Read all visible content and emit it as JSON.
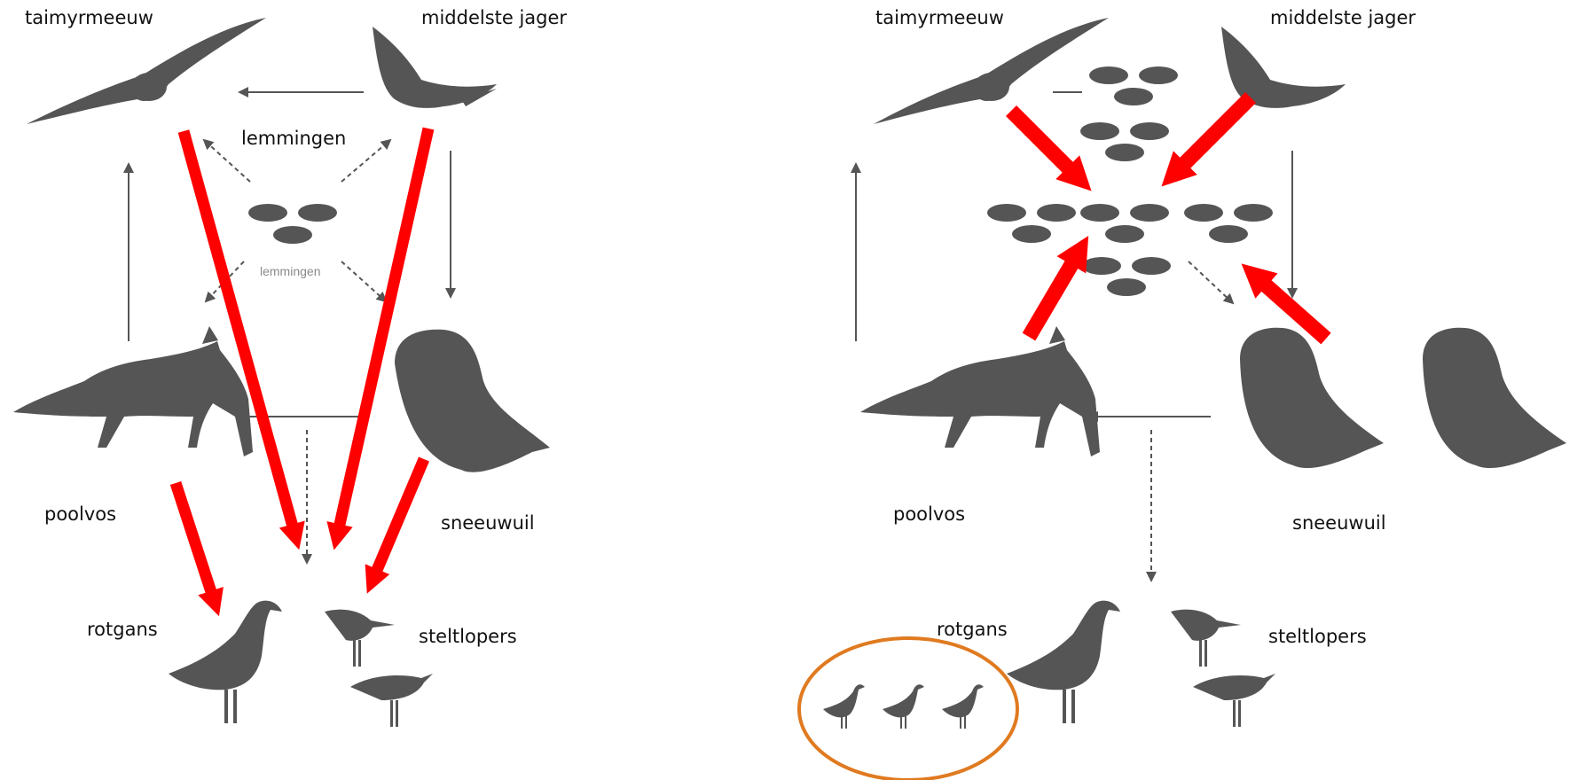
{
  "colors": {
    "silhouette": "#555555",
    "arrow_thin": "#555555",
    "arrow_red": "#ff0000",
    "circle_orange": "#e07a20"
  },
  "left_panel": {
    "labels": {
      "gull": "taimyrmeeuw",
      "skua": "middelste jager",
      "lemmings_top": "lemmingen",
      "lemmings_small": "lemmingen",
      "fox": "poolvos",
      "owl": "sneeuwuil",
      "goose": "rotgans",
      "waders": "steltlopers"
    }
  },
  "right_panel": {
    "labels": {
      "gull": "taimyrmeeuw",
      "skua": "middelste jager",
      "fox": "poolvos",
      "owl": "sneeuwuil",
      "goose": "rotgans",
      "waders": "steltlopers"
    }
  }
}
